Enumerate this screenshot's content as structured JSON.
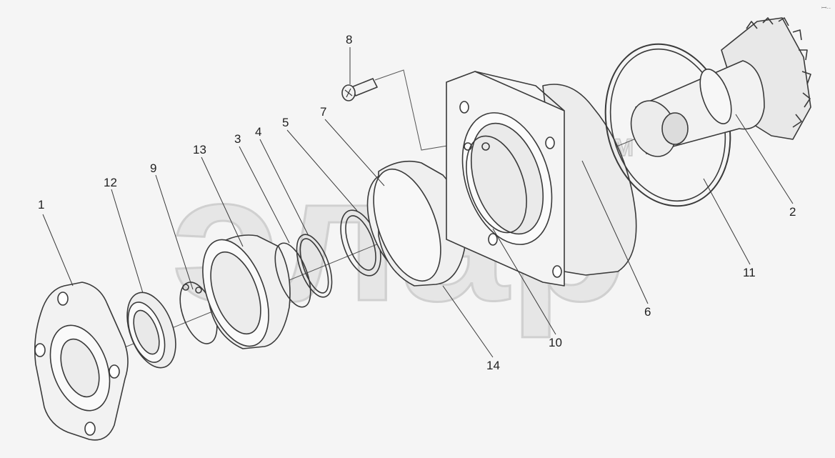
{
  "diagram": {
    "background": "#f5f5f5",
    "line_color": "#3a3a3a",
    "watermark": {
      "text": "элар",
      "trademark": "TM",
      "color": "#d9d9d9"
    },
    "corner_mark": "ꟷ··",
    "parts": [
      {
        "id": "p1",
        "number": "1"
      },
      {
        "id": "p2",
        "number": "2"
      },
      {
        "id": "p3",
        "number": "3"
      },
      {
        "id": "p4",
        "number": "4"
      },
      {
        "id": "p5",
        "number": "5"
      },
      {
        "id": "p6",
        "number": "6"
      },
      {
        "id": "p7",
        "number": "7"
      },
      {
        "id": "p8",
        "number": "8"
      },
      {
        "id": "p9",
        "number": "9"
      },
      {
        "id": "p10",
        "number": "10"
      },
      {
        "id": "p11",
        "number": "11"
      },
      {
        "id": "p12",
        "number": "12"
      },
      {
        "id": "p13",
        "number": "13"
      },
      {
        "id": "p14",
        "number": "14"
      }
    ]
  }
}
